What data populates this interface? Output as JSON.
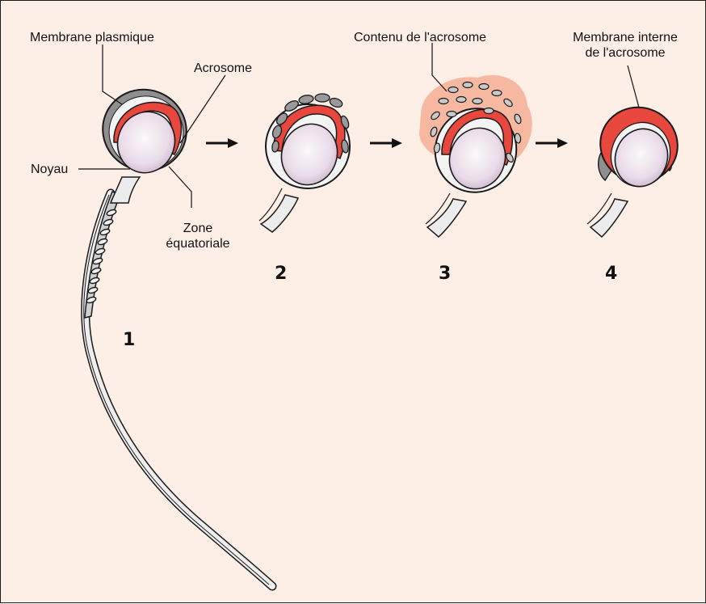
{
  "labels": {
    "membrane_plasmique": "Membrane plasmique",
    "acrosome": "Acrosome",
    "noyau": "Noyau",
    "zone_line1": "Zone",
    "zone_line2": "équatoriale",
    "contenu": "Contenu de l'acrosome",
    "membrane_interne_line1": "Membrane interne",
    "membrane_interne_line2": "de l'acrosome"
  },
  "stages": [
    "1",
    "2",
    "3",
    "4"
  ],
  "colors": {
    "background": "#fdeee6",
    "acrosome": "#e8473d",
    "nucleus": "#ece0ec",
    "membrane": "#8a8a8a",
    "acrosome_content_cloud": "#f6b8a0",
    "outline": "#1a1a1a"
  }
}
